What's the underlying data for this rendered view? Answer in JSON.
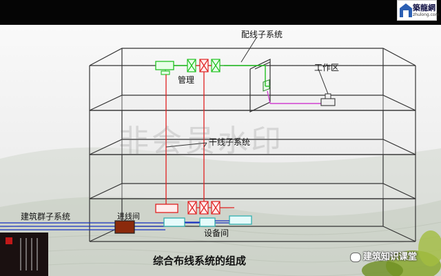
{
  "slide": {
    "caption": "综合布线系统的组成",
    "watermark": "非会员水印"
  },
  "labels": {
    "horizontal_subsystem": "配线子系统",
    "management": "管理",
    "work_area": "工作区",
    "trunk_subsystem": "干线子系统",
    "campus_subsystem": "建筑群子系统",
    "entrance_room": "进线间",
    "equipment_room": "设备间"
  },
  "logo": {
    "name": "築龍網",
    "url": "zhulong.com"
  },
  "wechat_badge": "建筑知识课堂",
  "colors": {
    "header_bar": "#050505",
    "vertical_cable": "#e02020",
    "horizontal_cable": "#20c020",
    "work_area_cable": "#d040d0",
    "campus_cable": "#1830c0",
    "equipment_cyan": "#30b0b0",
    "entrance_box": "#8b2a0c"
  }
}
